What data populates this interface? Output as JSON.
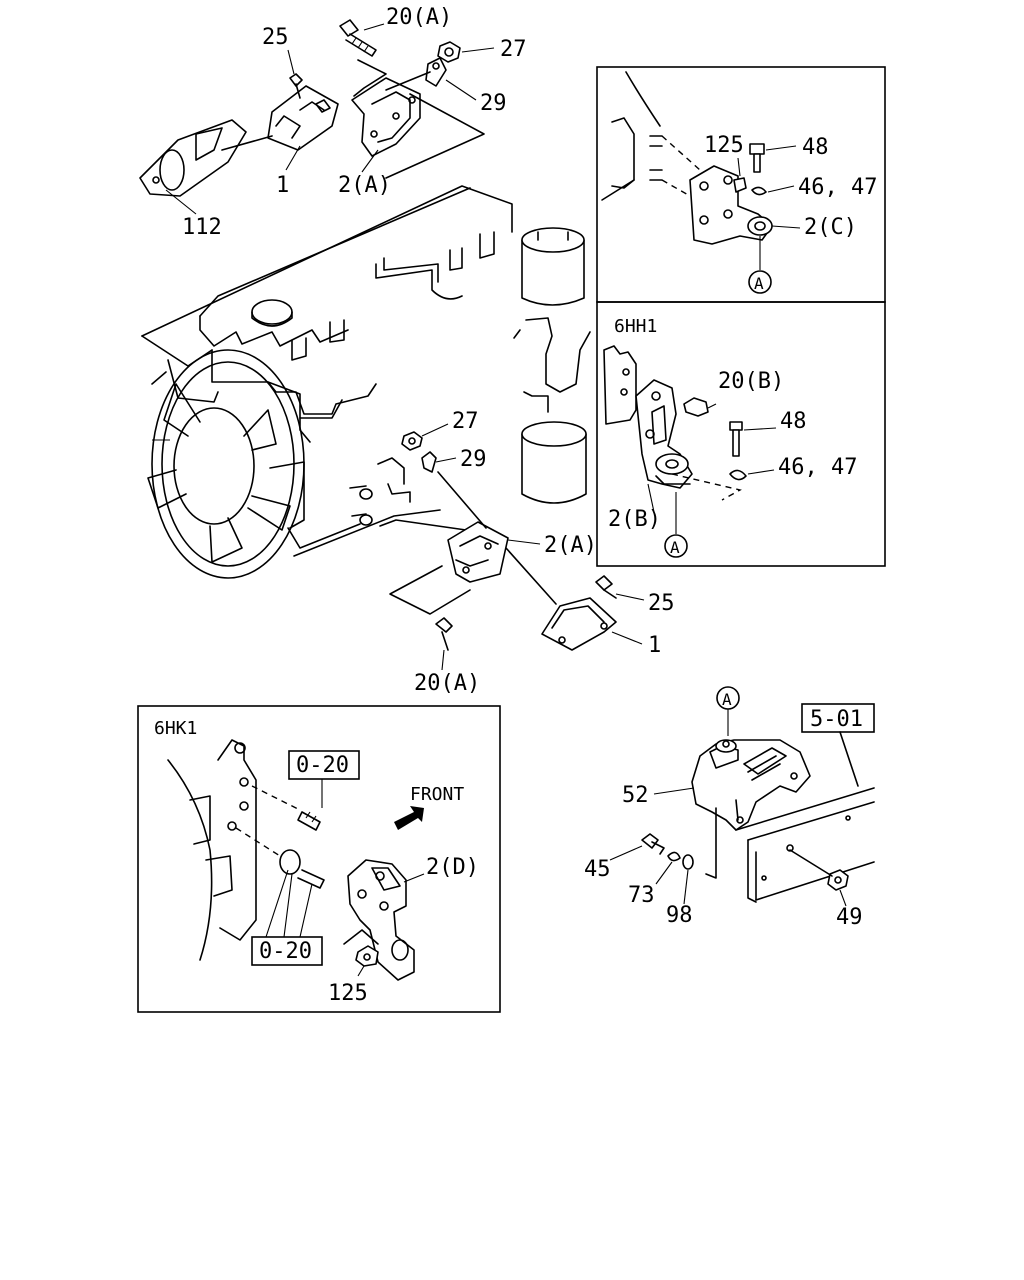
{
  "callouts": {
    "p20a_top": "20(A)",
    "p25_top": "25",
    "p27_top": "27",
    "p29_top": "29",
    "p1_top": "1",
    "p2a_top": "2(A)",
    "p112": "112",
    "p27_mid": "27",
    "p29_mid": "29",
    "p2a_mid": "2(A)",
    "p25_mid": "25",
    "p1_mid": "1",
    "p20a_bot": "20(A)"
  },
  "inset_c": {
    "p125": "125",
    "p48": "48",
    "p46_47": "46, 47",
    "p2c": "2(C)",
    "marker": "A"
  },
  "inset_6hh1": {
    "title": "6HH1",
    "p20b": "20(B)",
    "p48": "48",
    "p46_47": "46, 47",
    "p2b": "2(B)",
    "marker": "A"
  },
  "inset_6hk1": {
    "title": "6HK1",
    "ref_top": "0-20",
    "ref_bottom": "0-20",
    "front": "FRONT",
    "p2d": "2(D)",
    "p125": "125"
  },
  "rear_mount": {
    "marker": "A",
    "ref": "5-01",
    "p52": "52",
    "p45": "45",
    "p73": "73",
    "p98": "98",
    "p49": "49"
  }
}
